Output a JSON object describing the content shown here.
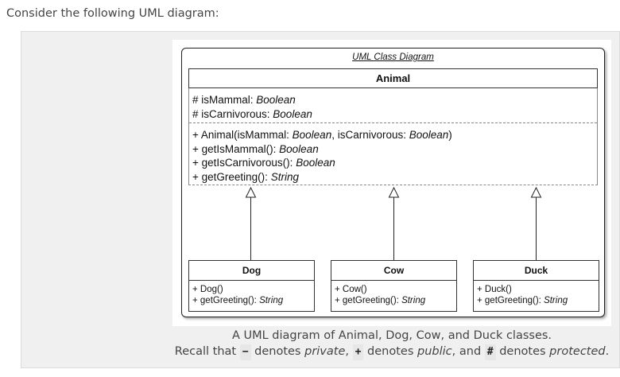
{
  "intro": "Consider the following UML diagram:",
  "diagram": {
    "title": "UML Class Diagram",
    "parent": {
      "name": "Animal",
      "attributes": [
        {
          "prefix": "# isMammal: ",
          "type": "Boolean"
        },
        {
          "prefix": "# isCarnivorous: ",
          "type": "Boolean"
        }
      ],
      "constructor": {
        "prefix": "+ Animal(isMammal: ",
        "type1": "Boolean",
        "mid": ", isCarnivorous: ",
        "type2": "Boolean",
        "suffix": ")"
      },
      "methods": [
        {
          "prefix": "+ getIsMammal(): ",
          "type": "Boolean"
        },
        {
          "prefix": "+ getIsCarnivorous(): ",
          "type": "Boolean"
        },
        {
          "prefix": "+ getGreeting(): ",
          "type": "String"
        }
      ]
    },
    "children": [
      {
        "name": "Dog",
        "constructor": "+ Dog()",
        "method_prefix": "+ getGreeting(): ",
        "method_type": "String"
      },
      {
        "name": "Cow",
        "constructor": "+ Cow()",
        "method_prefix": "+ getGreeting(): ",
        "method_type": "String"
      },
      {
        "name": "Duck",
        "constructor": "+ Duck()",
        "method_prefix": "+ getGreeting(): ",
        "method_type": "String"
      }
    ]
  },
  "caption": {
    "line1": "A UML diagram of Animal, Dog, Cow, and Duck classes.",
    "recall": "Recall that ",
    "sym_private": "−",
    "t_denotes1": " denotes ",
    "w_private": "private",
    "comma1": ", ",
    "sym_public": "+",
    "t_denotes2": " denotes ",
    "w_public": "public",
    "and": ", and ",
    "sym_protected": "#",
    "t_denotes3": " denotes ",
    "w_protected": "protected",
    "period": "."
  }
}
